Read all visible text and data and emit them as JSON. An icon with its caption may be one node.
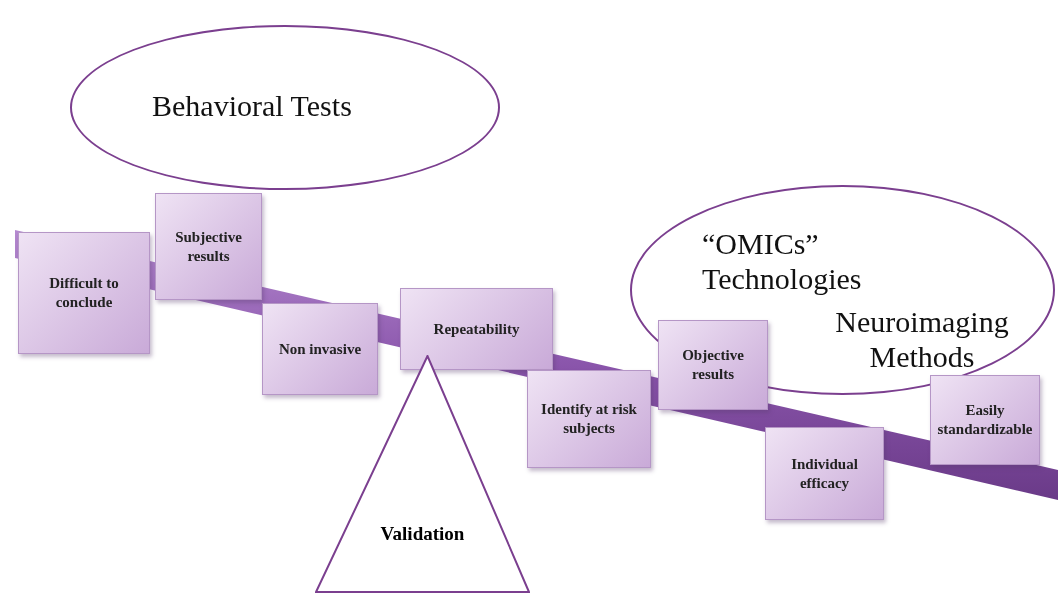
{
  "diagram": {
    "nodes": [
      {
        "text": [
          "Behavioral Tests"
        ]
      },
      {
        "text": [
          "“OMICs” Technologies",
          "Neuroimaging Methods"
        ]
      },
      {
        "text": [
          "Difficult to conclude"
        ]
      },
      {
        "text": [
          "Subjective results"
        ]
      },
      {
        "text": [
          "Non invasive"
        ]
      },
      {
        "text": [
          "Repeatability"
        ]
      },
      {
        "text": [
          "Identify at risk subjects"
        ]
      },
      {
        "text": [
          "Objective results"
        ]
      },
      {
        "text": [
          "Individual efficacy"
        ]
      },
      {
        "text": [
          "Easily standardizable"
        ]
      },
      {
        "text": [
          "Validation"
        ]
      }
    ],
    "edges": []
  }
}
